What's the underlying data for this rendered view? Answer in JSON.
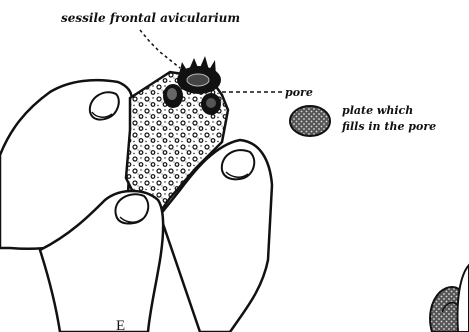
{
  "figure": {
    "labels": {
      "avicularium": "sessile frontal avicularium",
      "pore": "pore",
      "plate_line1": "plate which",
      "plate_line2": "fills in the pore",
      "figure_letter": "E"
    },
    "colors": {
      "ink": "#111111",
      "paper": "#ffffff"
    }
  }
}
